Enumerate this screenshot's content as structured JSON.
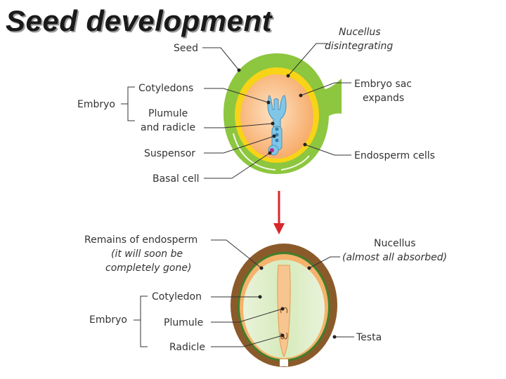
{
  "title": "Seed development",
  "top_diagram": {
    "seed": "Seed",
    "nucellus_line1": "Nucellus",
    "nucellus_line2": "disintegrating",
    "embryo": "Embryo",
    "cotyledons": "Cotyledons",
    "plumule_line1": "Plumule",
    "plumule_line2": "and radicle",
    "suspensor": "Suspensor",
    "basal_cell": "Basal cell",
    "embryo_sac_line1": "Embryo sac",
    "embryo_sac_line2": "expands",
    "endosperm_cells": "Endosperm cells"
  },
  "bottom_diagram": {
    "remains_line1": "Remains of endosperm",
    "remains_line2": "(it will soon be",
    "remains_line3": "completely gone)",
    "nucellus_line1": "Nucellus",
    "nucellus_line2": "(almost all absorbed)",
    "embryo": "Embryo",
    "cotyledon": "Cotyledon",
    "plumule": "Plumule",
    "radicle": "Radicle",
    "testa": "Testa"
  },
  "colors": {
    "seed_green": "#8dc63f",
    "yellow_layer": "#f7d417",
    "embryo_sac_orange": "#f9b77a",
    "embryo_blue": "#7fc6e8",
    "testa_brown": "#8b5a2b",
    "cotyledon_green": "#dcedc4",
    "arrow_red": "#d9262c"
  },
  "icons": {
    "arrow": "down-arrow-icon"
  }
}
